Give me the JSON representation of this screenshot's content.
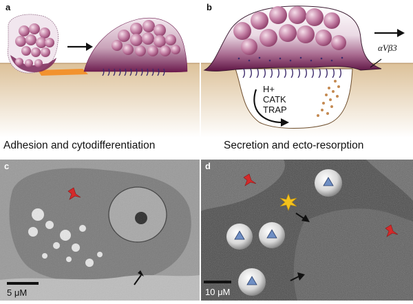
{
  "panels": {
    "a": {
      "letter": "a",
      "caption": "Adhesion and cytodifferentiation"
    },
    "b": {
      "letter": "b",
      "caption": "Secretion and ecto-resorption",
      "integrin_label": "αVβ3",
      "lacuna_lines": [
        "H+",
        "CATK",
        "TRAP"
      ]
    },
    "c": {
      "letter": "c",
      "scale_bar": "5 μM"
    },
    "d": {
      "letter": "d",
      "scale_bar": "10 μM"
    }
  },
  "colors": {
    "bone": "#e8d3b0",
    "cell_dark": "#6b1a4d",
    "cell_light": "#f2e6ee",
    "sphere": "#b86a93",
    "resorption_orange": "#f2922e",
    "marker_red": "#d42a2a",
    "triangle_blue": "#6f8fc4",
    "star_yellow": "#f4c21d"
  },
  "icons": [
    "arrow-right-icon",
    "red-tripod-marker-icon",
    "blue-triangle-marker-icon",
    "yellow-star-marker-icon",
    "black-arrow-icon"
  ]
}
